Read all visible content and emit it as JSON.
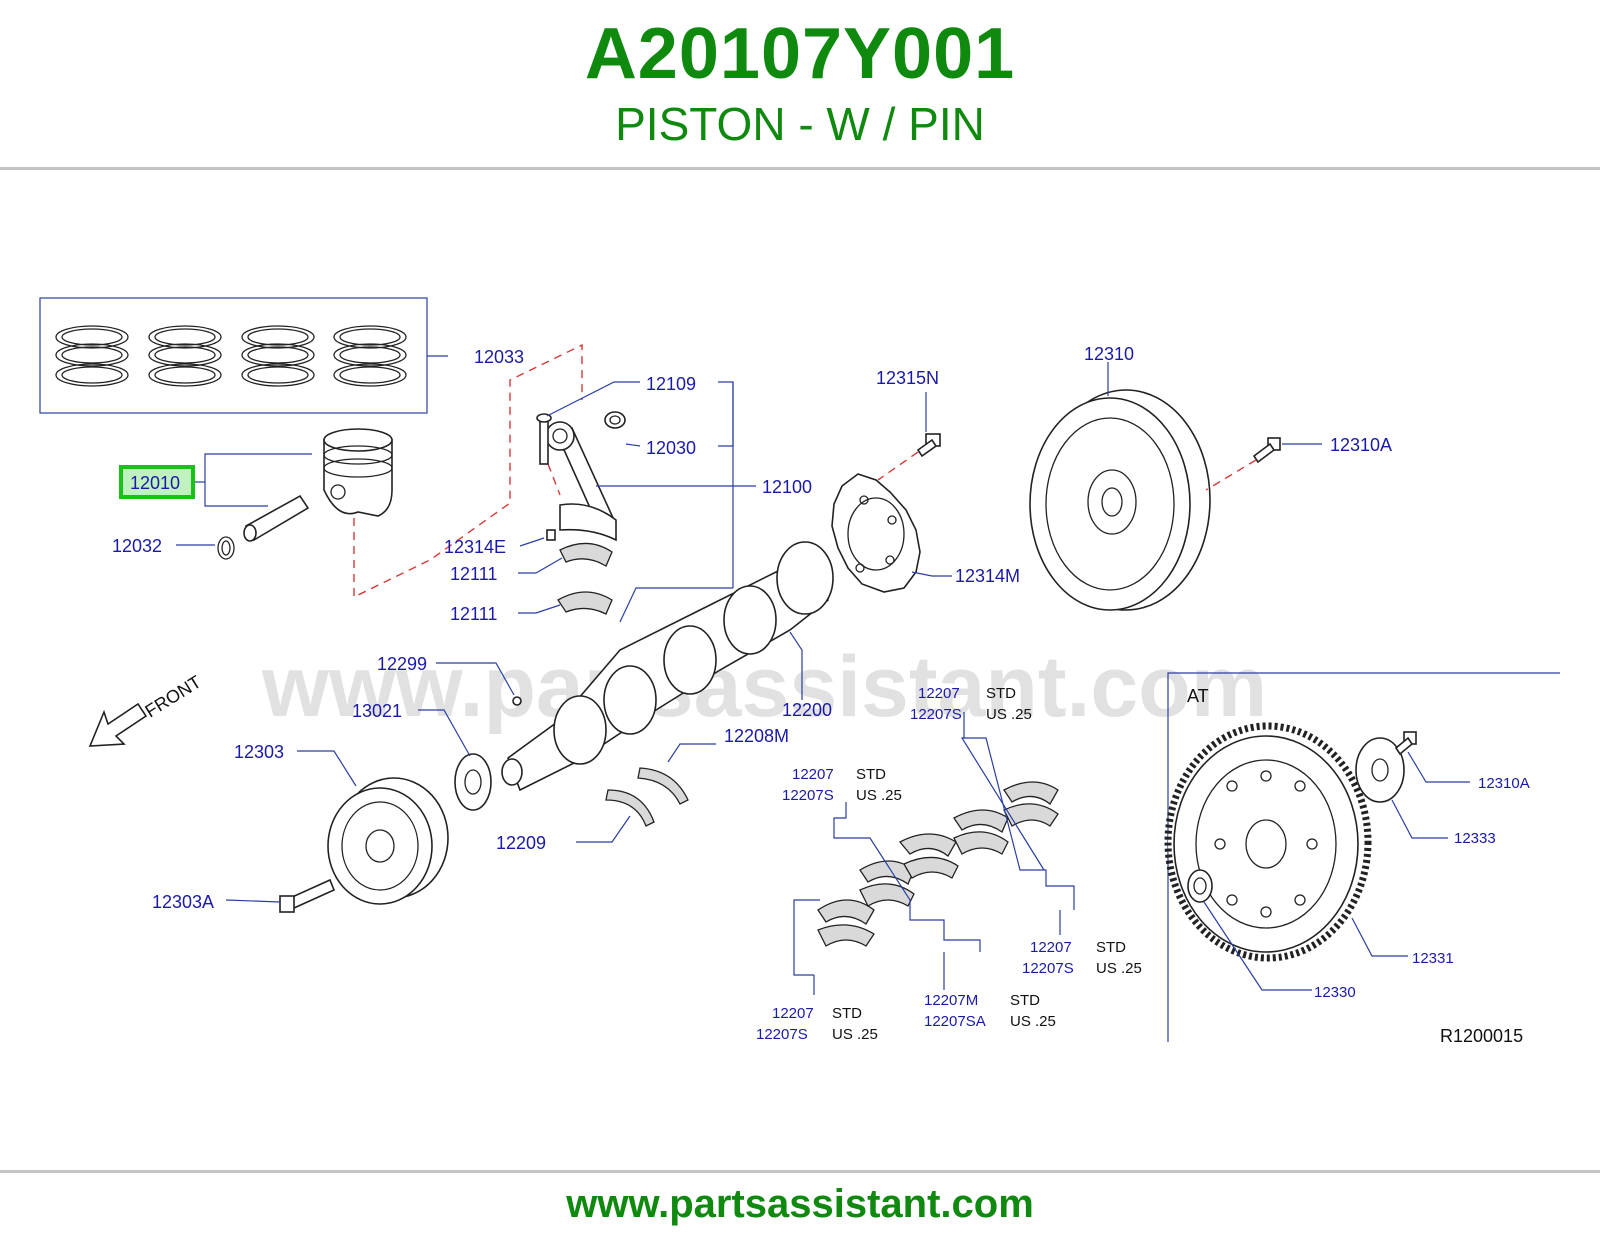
{
  "header": {
    "part_number": "A20107Y001",
    "description": "PISTON - W / PIN"
  },
  "footer": {
    "url": "www.partsassistant.com"
  },
  "watermark": "www.partsassistant.com",
  "colors": {
    "accent_green": "#0f8a0f",
    "label_blue": "#1a1aa8",
    "highlight_green": "#19c219"
  },
  "diagram": {
    "highlighted_label": "12010",
    "labels": {
      "l12033": "12033",
      "l12109": "12109",
      "l12030": "12030",
      "l12100": "12100",
      "l12315N": "12315N",
      "l12310": "12310",
      "l12310A_top": "12310A",
      "l12032": "12032",
      "l12314E": "12314E",
      "l12111_a": "12111",
      "l12111_b": "12111",
      "l12314M": "12314M",
      "l12299": "12299",
      "l13021": "13021",
      "l12200": "12200",
      "l12208M": "12208M",
      "l12303": "12303",
      "l12209": "12209",
      "l12303A": "12303A",
      "front": "FRONT",
      "at": "AT",
      "l12310A_at": "12310A",
      "l12333": "12333",
      "l12331": "12331",
      "l12330": "12330",
      "ref_code": "R1200015"
    },
    "bearing_groups": [
      {
        "p1": "12207",
        "v1": "STD",
        "p2": "12207S",
        "v2": "US .25"
      },
      {
        "p1": "12207",
        "v1": "STD",
        "p2": "12207S",
        "v2": "US .25"
      },
      {
        "p1": "12207",
        "v1": "STD",
        "p2": "12207S",
        "v2": "US .25"
      },
      {
        "p1": "12207M",
        "v1": "STD",
        "p2": "12207SA",
        "v2": "US .25"
      },
      {
        "p1": "12207",
        "v1": "STD",
        "p2": "12207S",
        "v2": "US .25"
      }
    ]
  }
}
